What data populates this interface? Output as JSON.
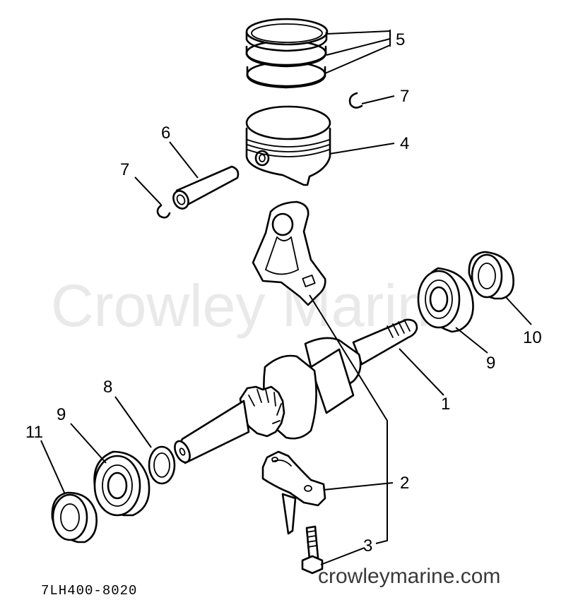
{
  "watermark": "Crowley Marine",
  "drawing_code": "7LH400-8020",
  "website": "crowleymarine.com",
  "callouts": {
    "crankshaft": "1",
    "rod_cap": "2",
    "rod_bolt": "3",
    "piston": "4",
    "piston_rings": "5",
    "piston_pin": "6",
    "pin_clip_right": "7",
    "pin_clip_left": "7",
    "washer": "8",
    "bearing_right": "9",
    "bearing_left": "9",
    "oil_seal_right": "10",
    "oil_seal_left": "11"
  }
}
